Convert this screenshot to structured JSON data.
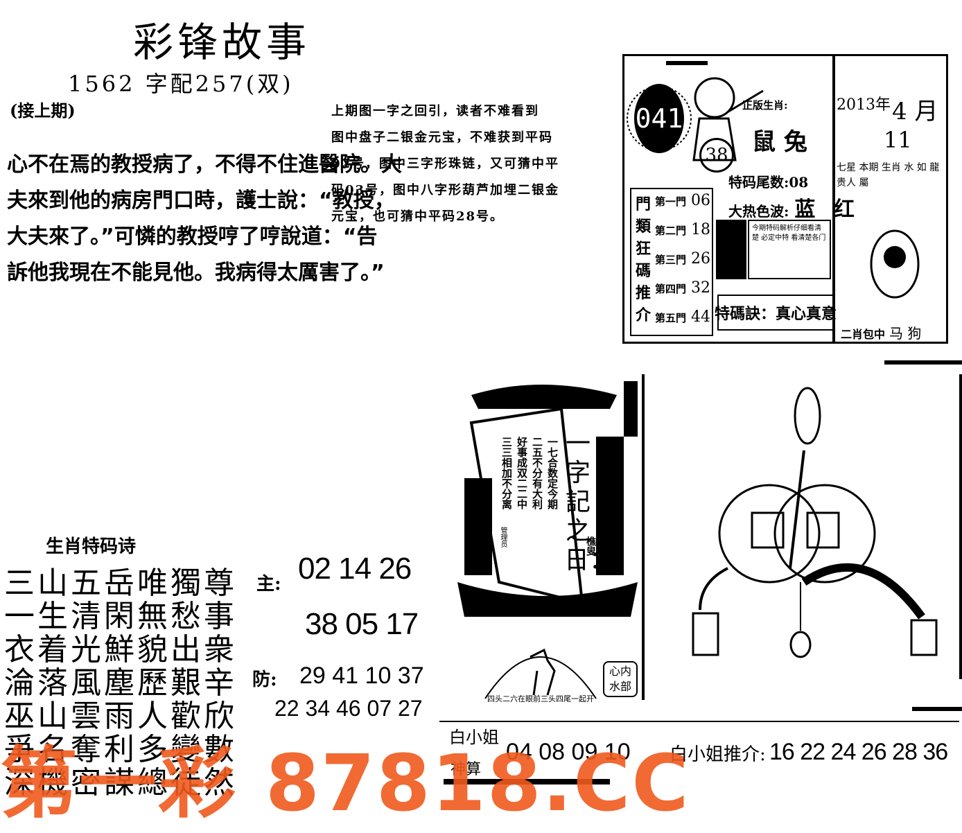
{
  "header": {
    "title": "彩锋故事",
    "issue": "1562 字配257(双)",
    "continued": "(接上期)"
  },
  "story": {
    "lines": [
      "心不在焉的教授病了，不得不住進醫院。大",
      "夫來到他的病房門口時，護士說：“教授，",
      "大夫來了。”可憐的教授哼了哼說道：“告",
      "訴他我現在不能見他。我病得太厲害了。”"
    ]
  },
  "clue": {
    "lines": [
      "上期图一字之回引，读者不难看到",
      "图中盘子二银金元宝，不难获到平码",
      "02号，图中三字形珠链，又可猜中平",
      "码03号，图中八字形葫芦加埋二银金",
      "元宝，也可猜中平码28号。"
    ]
  },
  "panel": {
    "issue_badge": "041",
    "ball": "38",
    "zodiac_label": "正版生肖:",
    "zodiac_icons": "鼠 兔",
    "tail_label": "特码尾数:08",
    "color_label": "大热色波:",
    "colors": "蓝 红",
    "gates_label": "門類狂碼推介",
    "gates": [
      {
        "name": "第一門",
        "value": "06"
      },
      {
        "name": "第二門",
        "value": "18"
      },
      {
        "name": "第三門",
        "value": "26"
      },
      {
        "name": "第四門",
        "value": "32"
      },
      {
        "name": "第五門",
        "value": "44"
      }
    ],
    "note": "今期特码解析仔细看清楚 必定中特 看清楚各门",
    "motto": "特碼訣：真心真意",
    "date_year": "2013年",
    "date_month": "4 月",
    "date_day": "11",
    "side_text": "七星 本期 生肖 水 如 龍 贵人 屬",
    "bottom_label": "二肖包中",
    "bottom_animals": "马 狗"
  },
  "poem": {
    "title": "生肖特码诗",
    "lines": [
      "三山五岳唯獨尊",
      "一生清閑無愁事",
      "衣着光鮮貌出衆",
      "淪落風塵歷艱辛",
      "巫山雲雨人歡欣",
      "爭名奪利多變數",
      "深機密謀總徒然"
    ]
  },
  "picks": {
    "main_label": "主:",
    "main_line1": "02 14 26",
    "main_line2": "38 05 17",
    "guard_label": "防:",
    "guard_line1": "29 41 10 37",
    "guard_line2": "22 34 46 07 27"
  },
  "ship": {
    "title": "一字記之日：",
    "lines": [
      "一七合数定今期",
      "二五不分有大利",
      "好事成双二二中",
      "三三相加不分离"
    ],
    "sign": "樵叟",
    "publisher": "管理员"
  },
  "horse_caption": "四头二六在眼前三头四尾一起开",
  "heart_tag": "心内水部",
  "white": {
    "label": "白小姐",
    "label2": "神算",
    "nums": "04 08 09 10",
    "rec_label": "白小姐推介:",
    "rec_nums": "16 22 24 26 28 36"
  },
  "watermark": "第一彩 87818.CC",
  "colors": {
    "watermark": "#f05a1e",
    "ink": "#000000",
    "paper": "#ffffff"
  }
}
